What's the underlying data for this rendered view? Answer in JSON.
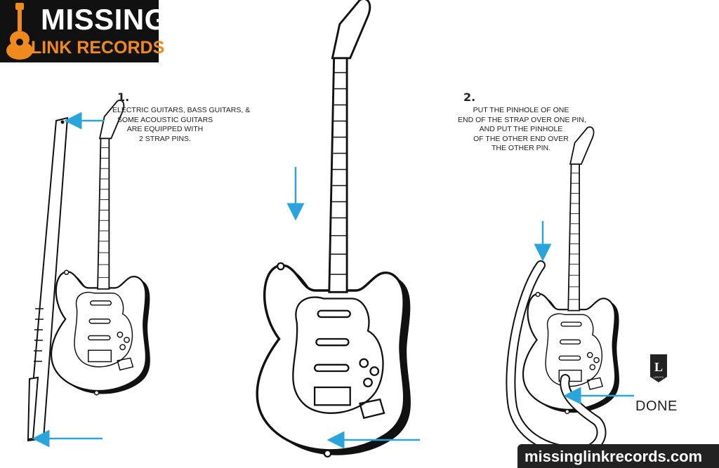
{
  "logo": {
    "line1": "MISSING",
    "line2": "LINK RECORDS",
    "icon": "guitar-icon",
    "accent_color": "#f08a1c"
  },
  "steps": [
    {
      "number": "1.",
      "lines": [
        "ELECTRIC GUITARS, BASS GUITARS, &",
        "SOME ACOUSTIC GUITARS",
        "ARE EQUIPPED WITH",
        "2 STRAP PINS."
      ]
    },
    {
      "number": "2.",
      "lines": [
        "PUT THE PINHOLE OF ONE",
        "END OF THE STRAP OVER ONE PIN,",
        "AND PUT THE PINHOLE",
        "OF THE OTHER END OVER",
        "THE OTHER PIN."
      ]
    }
  ],
  "done_label": "DONE",
  "brand_badge": {
    "letter": "L",
    "text": "LEVY'S"
  },
  "website": "missinglinkrecords.com",
  "colors": {
    "arrow": "#2aa4dc",
    "ink": "#111111",
    "badge_bg": "#222222"
  }
}
